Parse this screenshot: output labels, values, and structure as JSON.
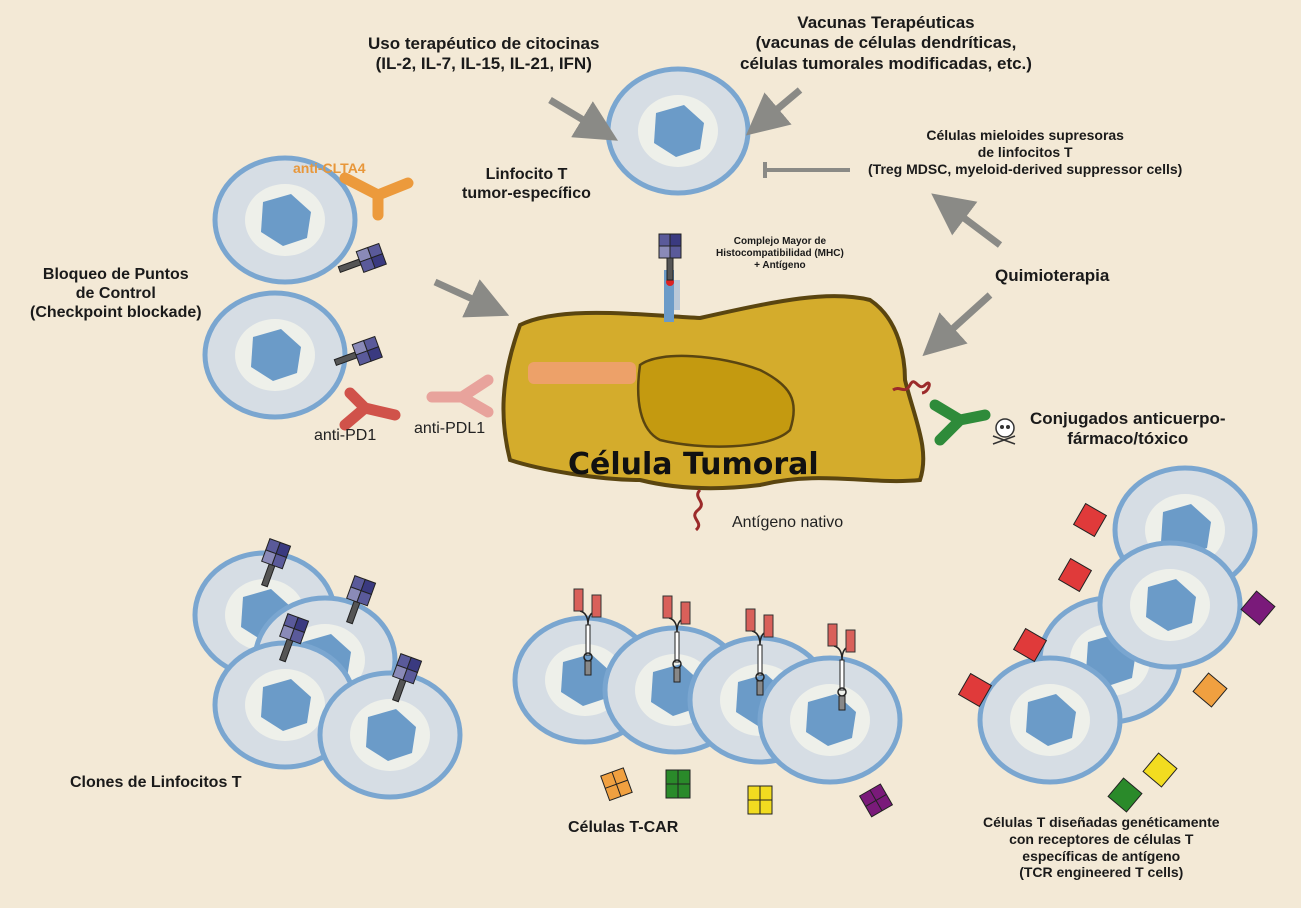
{
  "diagram": {
    "title": "Célula Tumoral",
    "labels": {
      "cytokines": "Uso terapéutico de citocinas\n(IL-2, IL-7, IL-15, IL-21, IFN)",
      "vaccines": "Vacunas Terapéuticas\n(vacunas de células dendríticas,\ncélulas tumorales modificadas, etc.)",
      "suppressors": "Células mieloides supresoras\nde linfocitos T\n(Treg MDSC, myeloid-derived suppressor cells)",
      "tcell_specific": "Linfocito T\ntumor-específico",
      "mhc": "Complejo Mayor de\nHistocompatibilidad (MHC)\n+ Antígeno",
      "chemo": "Quimioterapia",
      "checkpoint": "Bloqueo de Puntos\nde Control\n(Checkpoint blockade)",
      "anti_ctla4": "anti-CLTA4",
      "anti_pd1": "anti-PD1",
      "anti_pdl1": "anti-PDL1",
      "adc": "Conjugados anticuerpo-\nfármaco/tóxico",
      "native_antigen": "Antígeno nativo",
      "clones": "Clones de Linfocitos T",
      "car_t": "Células T-CAR",
      "tcr_engineered": "Células T diseñadas genéticamente\ncon receptores de células T\nespecíficas de antígeno\n(TCR engineered T cells)"
    },
    "colors": {
      "background": "#f3e9d6",
      "tumor_fill": "#d4ac2c",
      "tumor_nucleus": "#c49a10",
      "tumor_outline": "#5a4510",
      "cell_outline": "#7aa6d0",
      "cell_fill": "#d6dde4",
      "cell_halo": "#eef0ea",
      "cell_nucleus": "#6b9bc8",
      "arrow": "#8a8a86",
      "anti_ctla4": "#ec9a3c",
      "anti_pd1": "#d0524a",
      "anti_pdl1": "#e8a39c",
      "adc_antibody": "#2e8b3a",
      "antigen": "#9b2a2a",
      "tcr_blue": "#5a5a9a",
      "car_red": "#d9605a",
      "tcr_red": "#e03a3a",
      "orange": "#f0a040",
      "green": "#2a8a2a",
      "yellow": "#f2dc20",
      "purple": "#7a1a7a"
    }
  }
}
